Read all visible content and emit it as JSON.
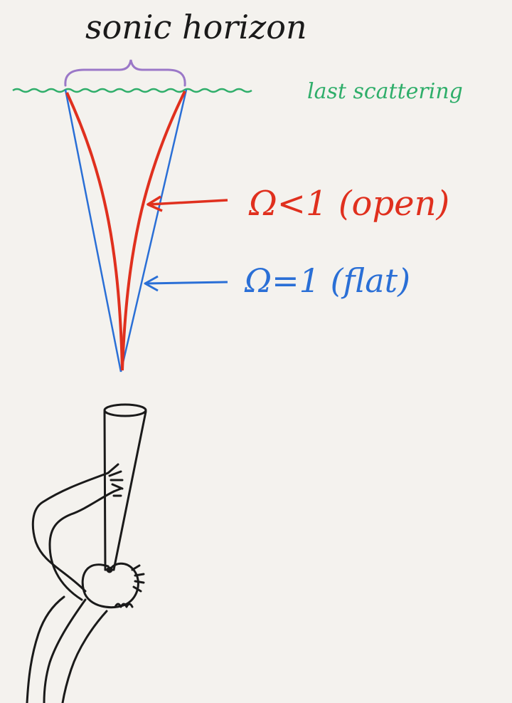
{
  "labels": {
    "sonic_horizon": "sonic horizon",
    "last_scattering": "last scattering",
    "open": "Ω<1  (open)",
    "flat": "Ω=1  (flat)"
  },
  "colors": {
    "ink": "#1a1a1a",
    "red": "#e0301e",
    "blue": "#2a6fd6",
    "green": "#2fae6a",
    "purple": "#9b78c8",
    "paper": "#f4f2ee"
  },
  "icons": {
    "observer": "person-with-telescope-icon"
  }
}
